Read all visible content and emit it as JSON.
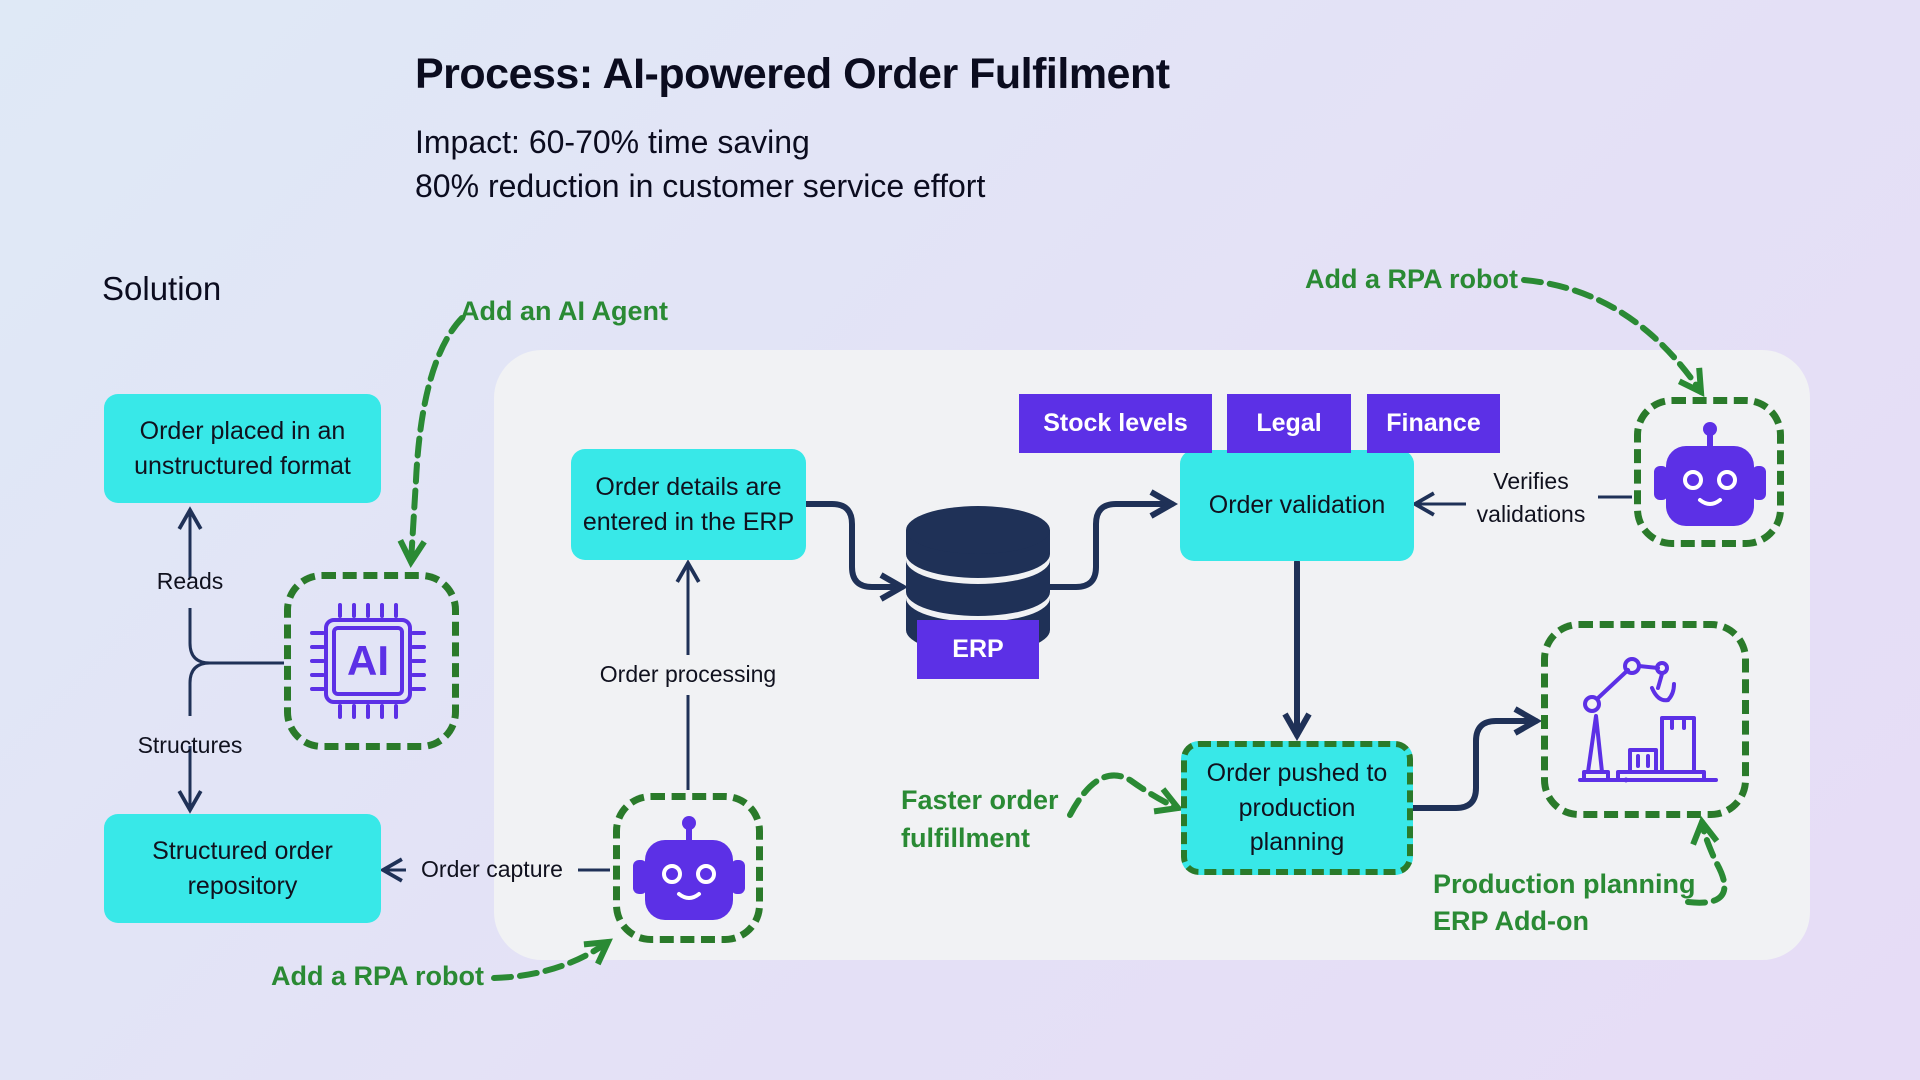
{
  "header": {
    "title": "Process: AI-powered Order Fulfilment",
    "impact_line1": "Impact: 60-70% time saving",
    "impact_line2": "80% reduction in customer service effort"
  },
  "section_label": "Solution",
  "nodes": {
    "order_placed": "Order placed in an unstructured format",
    "structured_repo": "Structured order repository",
    "order_details": "Order details are entered in the ERP",
    "order_validation": "Order validation",
    "order_pushed": "Order pushed to production planning",
    "erp": "ERP"
  },
  "tags": {
    "stock_levels": "Stock levels",
    "legal": "Legal",
    "finance": "Finance"
  },
  "edge_labels": {
    "reads": "Reads",
    "structures": "Structures",
    "order_capture": "Order capture",
    "order_processing": "Order processing",
    "verifies_line1": "Verifies",
    "verifies_line2": "validations"
  },
  "annotations": {
    "add_ai_agent": "Add an AI Agent",
    "add_rpa_top": "Add a RPA robot",
    "add_rpa_bottom": "Add a RPA robot",
    "faster_line1": "Faster order",
    "faster_line2": "fulfillment",
    "prod_line1": "Production planning",
    "prod_line2": "ERP Add-on"
  },
  "icons": {
    "ai_chip": {
      "name": "ai-chip-icon",
      "text": "AI"
    },
    "robot_top": "robot-icon",
    "robot_bottom": "robot-icon",
    "robot_arm": "robot-arm-icon",
    "database": "database-icon"
  },
  "colors": {
    "cyan": "#38e8e8",
    "purple": "#5c30e6",
    "navy": "#1f3157",
    "green": "#2a8a34",
    "dashed_green": "#2a7a2a"
  }
}
